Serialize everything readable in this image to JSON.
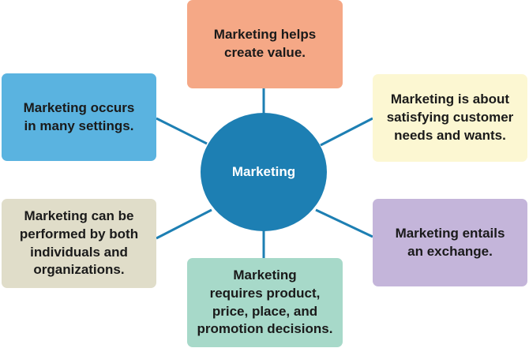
{
  "diagram": {
    "center": {
      "label": "Marketing",
      "color": "#1d7fb3"
    },
    "connector_color": "#1d7fb3",
    "boxes": {
      "top": {
        "text": "Marketing helps\ncreate value.",
        "color": "#f5a886"
      },
      "left": {
        "text": "Marketing occurs\nin many settings.",
        "color": "#5ab3e0"
      },
      "right": {
        "text": "Marketing is about\nsatisfying customer\nneeds and wants.",
        "color": "#fcf7d2"
      },
      "bottom_left": {
        "text": "Marketing can be\nperformed by both\nindividuals and\norganizations.",
        "color": "#e0ddc9"
      },
      "bottom_right": {
        "text": "Marketing entails\nan exchange.",
        "color": "#c4b5da"
      },
      "bottom": {
        "text": "Marketing\nrequires product,\nprice, place, and\npromotion decisions.",
        "color": "#a7d9c9"
      }
    }
  }
}
